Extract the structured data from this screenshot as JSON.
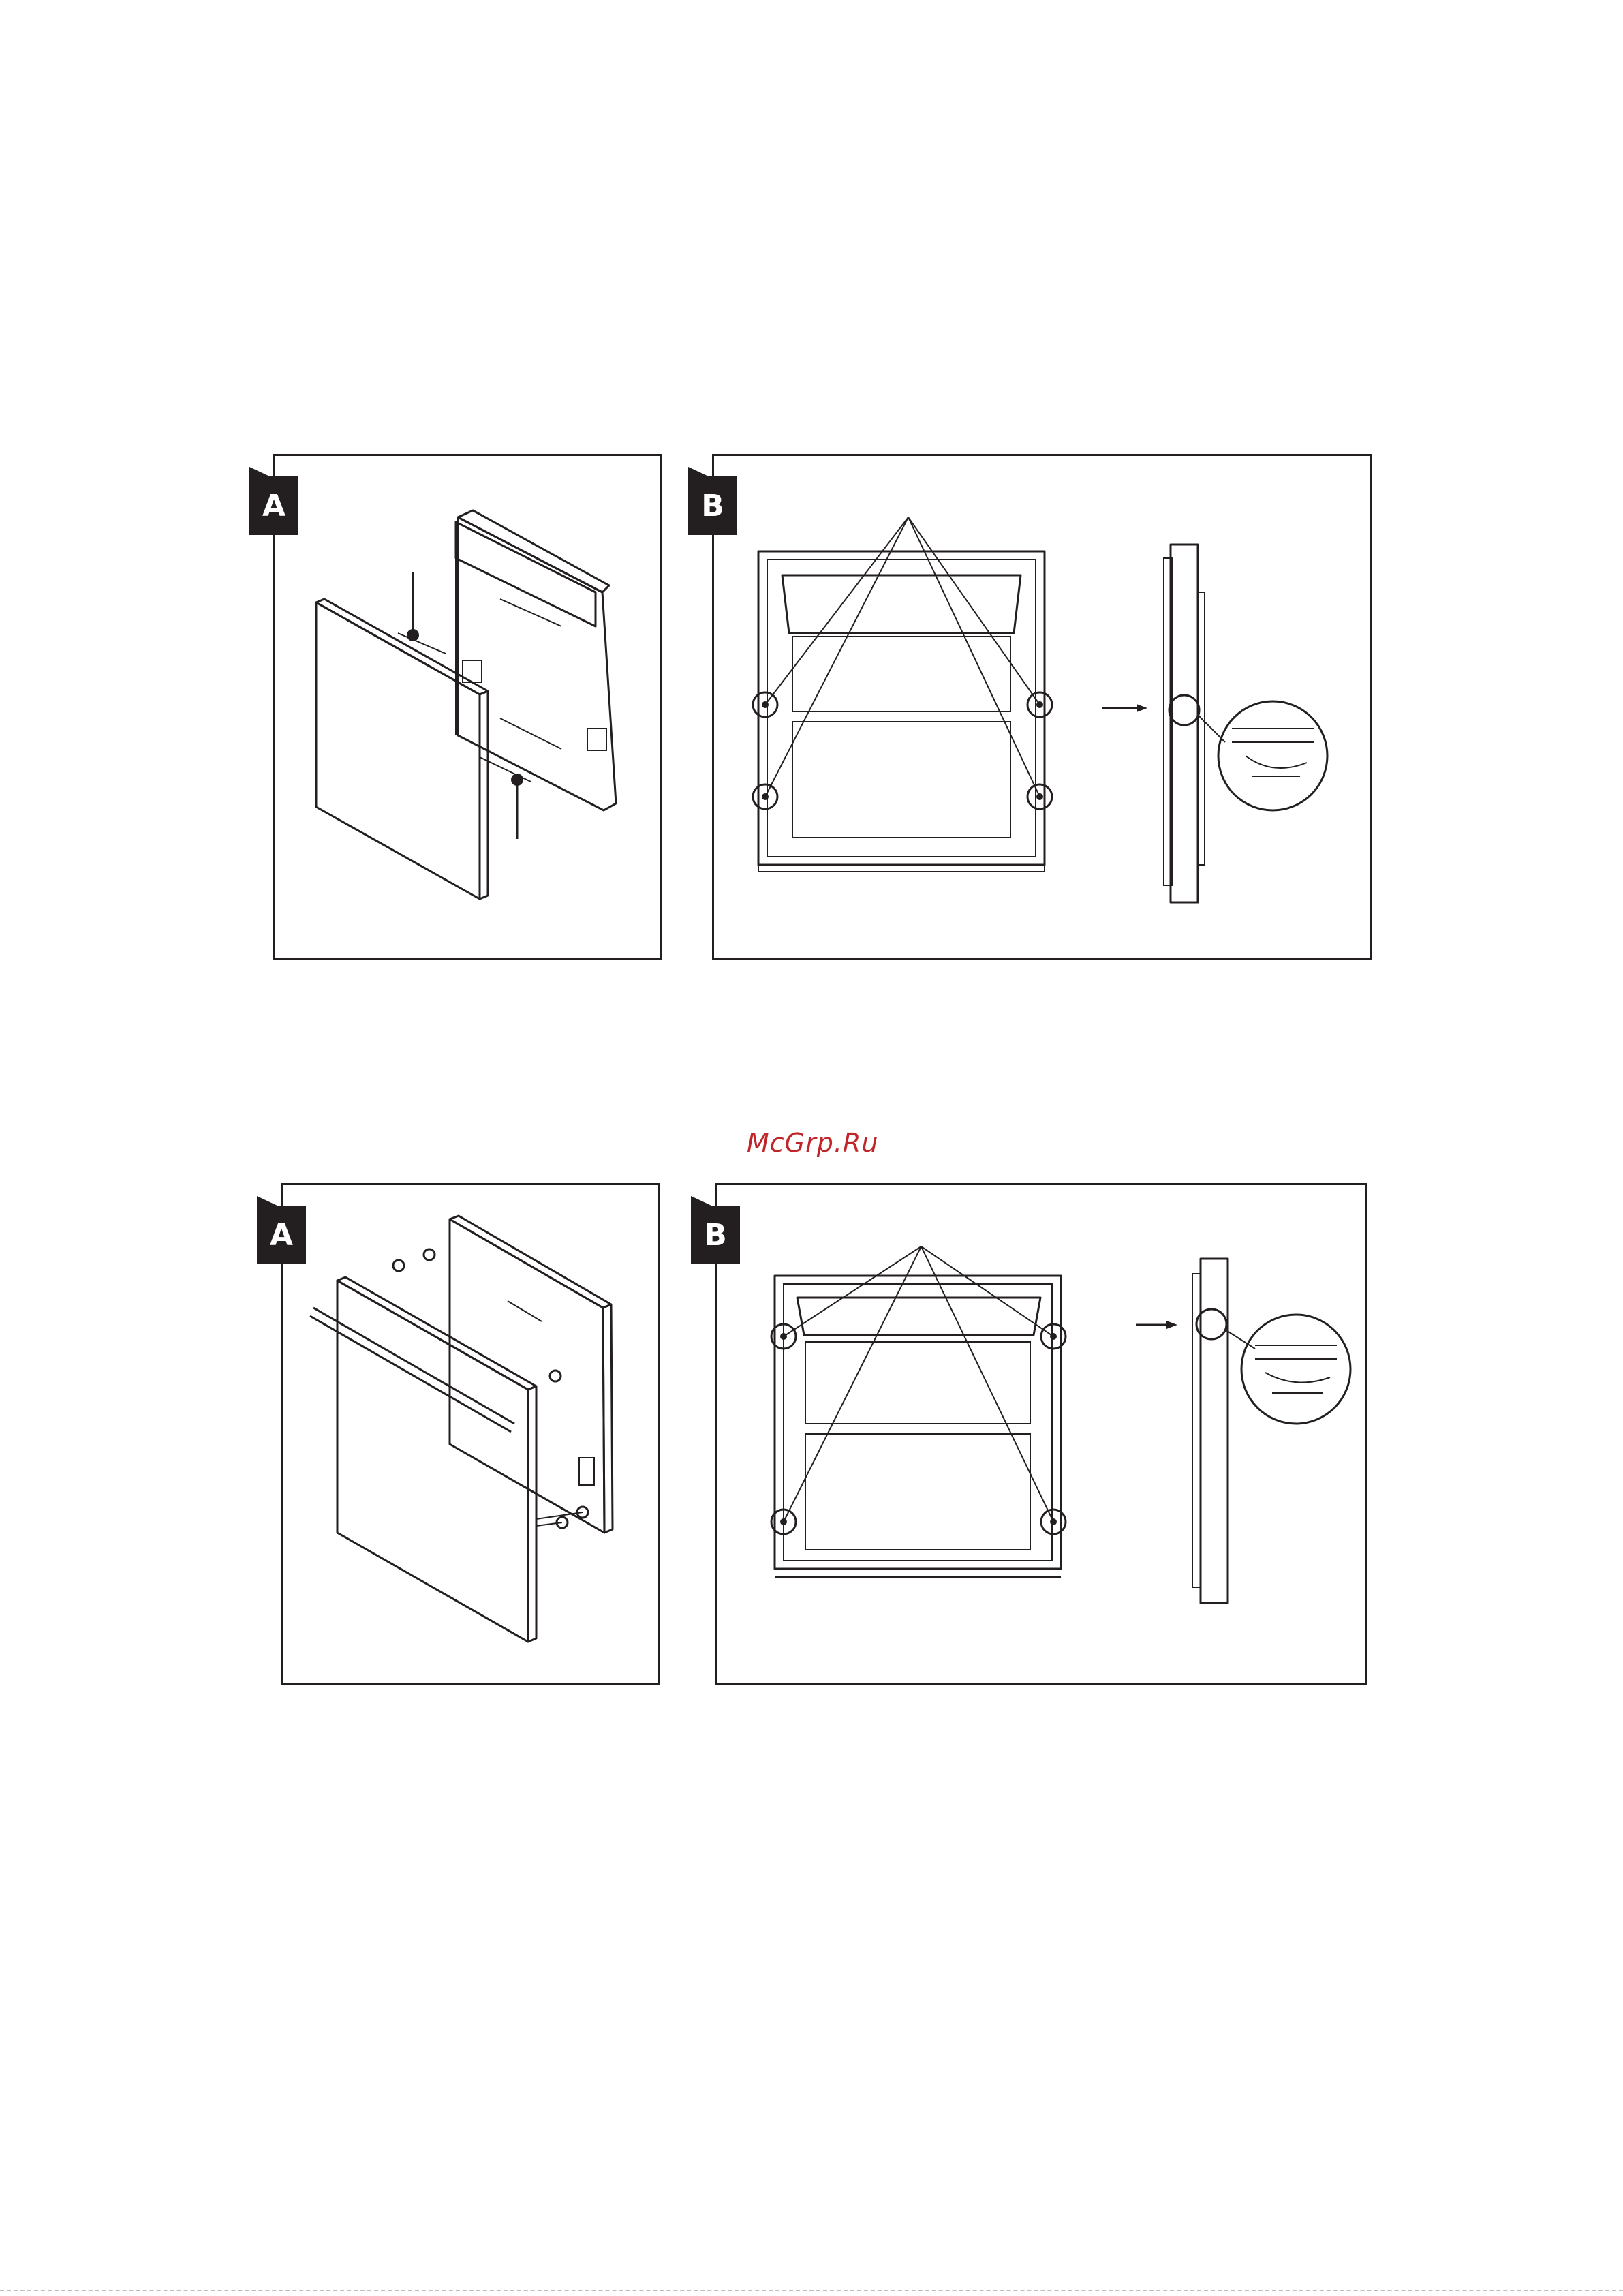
{
  "figures": [
    {
      "id": "top",
      "panels": [
        {
          "label": "A"
        },
        {
          "label": "B"
        }
      ]
    },
    {
      "id": "bottom",
      "panels": [
        {
          "label": "A"
        },
        {
          "label": "B"
        }
      ]
    }
  ],
  "watermark": "McGrp.Ru",
  "colors": {
    "ink": "#231f20",
    "watermark": "#c0252a",
    "background": "#ffffff"
  }
}
